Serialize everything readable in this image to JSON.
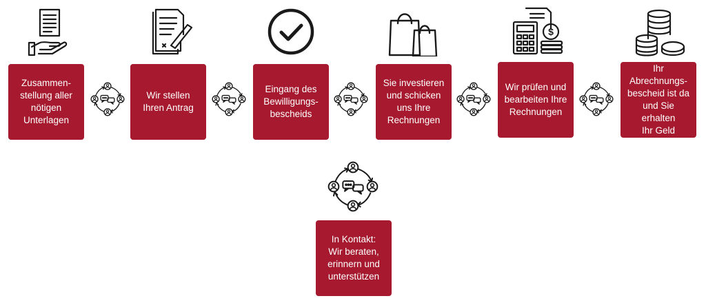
{
  "colors": {
    "box": "#a6192e",
    "box_text": "#ffffff",
    "icon": "#1a1a1a"
  },
  "steps": [
    {
      "label": "Zusammen-\nstellung aller\nnötigen\nUnterlagen",
      "icon": "document-hand-icon"
    },
    {
      "label": "Wir stellen\nIhren Antrag",
      "icon": "contract-signing-icon"
    },
    {
      "label": "Eingang des\nBewilligungs-\nbescheids",
      "icon": "checkmark-circle-icon"
    },
    {
      "label": "Sie investieren\nund schicken\nuns Ihre\nRechnungen",
      "icon": "shopping-bags-icon"
    },
    {
      "label": "Wir prüfen und\nbearbeiten Ihre\nRechnungen",
      "icon": "calculator-invoice-icon"
    },
    {
      "label": "Ihr\nAbrechnungs-\nbescheid ist da\nund Sie erhalten\nIhr Geld",
      "icon": "coins-stack-icon"
    }
  ],
  "contact": {
    "label": "In Kontakt:\nWir beraten,\nerinnern und\nunterstützen",
    "icon": "communication-cycle-icon"
  }
}
